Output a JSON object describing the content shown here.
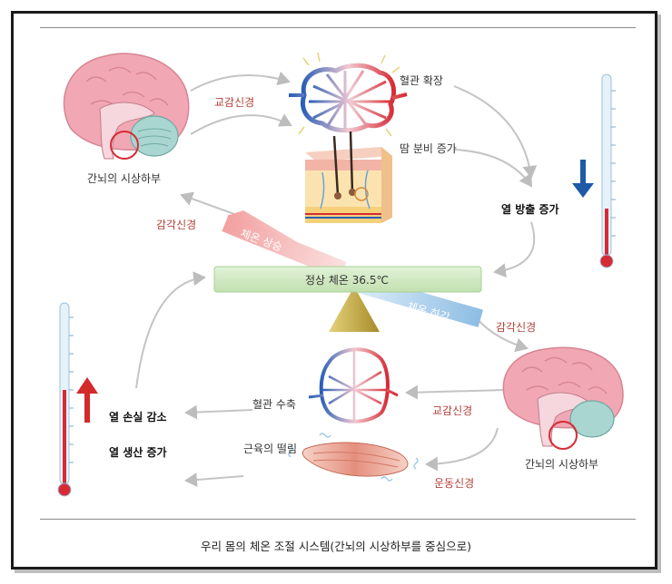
{
  "labels": {
    "sympathetic_top": "교감신경",
    "vasodilation": "혈관 확장",
    "sweat": "땀 분비 증가",
    "hypothalamus_top": "간뇌의 시상하부",
    "sensory_top": "감각신경",
    "heat_release": "열 방출 증가",
    "temp_rise": "체온 상승",
    "normal_temp": "정상 체온 36.5℃",
    "temp_fall": "체온 하강",
    "sensory_bottom": "감각신경",
    "vasoconstriction": "혈관 수축",
    "sympathetic_bottom": "교감신경",
    "heat_loss_down": "열 손실 감소",
    "heat_production": "열 생산 증가",
    "shivering": "근육의 떨림",
    "motor_nerve": "운동신경",
    "hypothalamus_bottom": "간뇌의 시상하부"
  },
  "caption": "우리 몸의 체온 조절 시스템(간뇌의 시상하부를 중심으로)",
  "colors": {
    "down_arrow": "#1f5aa6",
    "up_arrow": "#d42a2a",
    "nerve_text": "#b3423a",
    "bar_green": "#cfe8c2",
    "bar_pink": "#f2a8a8",
    "bar_blue": "#9cc6e8",
    "triangle": "#c9b14a"
  },
  "icons": [
    "brain-icon",
    "blood-vessel-icon",
    "skin-section-icon",
    "thermometer-icon",
    "muscle-icon",
    "arrow-down-icon",
    "arrow-up-icon"
  ]
}
